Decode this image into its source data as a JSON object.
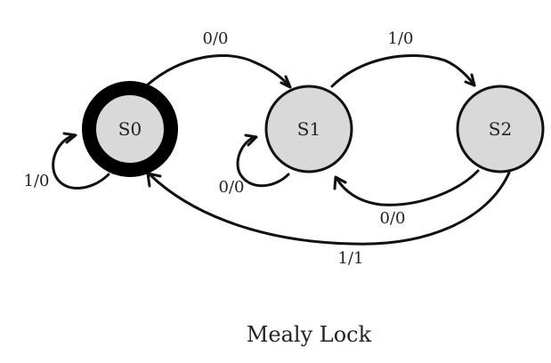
{
  "caption": "Mealy Lock",
  "colors": {
    "node_fill": "#d9d9d9",
    "stroke": "#111111",
    "background": "#ffffff"
  },
  "states": [
    {
      "id": "S0",
      "label": "S0",
      "initial": true
    },
    {
      "id": "S1",
      "label": "S1",
      "initial": false
    },
    {
      "id": "S2",
      "label": "S2",
      "initial": false
    }
  ],
  "transitions": [
    {
      "from": "S0",
      "to": "S1",
      "label": "0/0"
    },
    {
      "from": "S1",
      "to": "S2",
      "label": "1/0"
    },
    {
      "from": "S0",
      "to": "S0",
      "label": "1/0"
    },
    {
      "from": "S1",
      "to": "S1",
      "label": "0/0"
    },
    {
      "from": "S2",
      "to": "S1",
      "label": "0/0"
    },
    {
      "from": "S2",
      "to": "S0",
      "label": "1/1"
    }
  ]
}
